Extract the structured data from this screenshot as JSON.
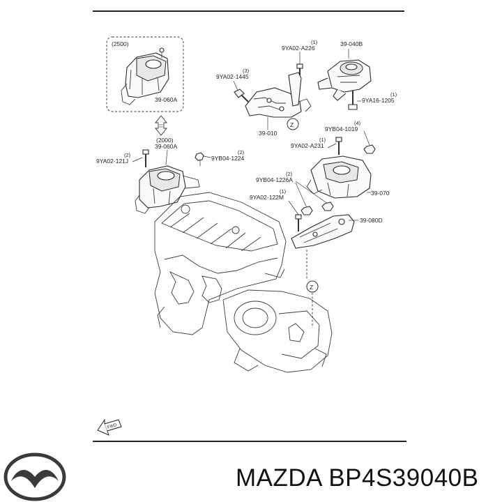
{
  "title": {
    "brand": "MAZDA",
    "part_number": "BP4S39040B"
  },
  "variant_labels": {
    "v2500": "(2500)",
    "v2000": "(2000)"
  },
  "fwd_arrow": "FWD",
  "z_marker": "Z",
  "callouts": [
    {
      "id": "39-060A-top",
      "text": "39-060A",
      "qty": ""
    },
    {
      "id": "39-060A-bottom",
      "text": "39-060A",
      "qty": ""
    },
    {
      "id": "9YA02-121J",
      "text": "9YA02-121J",
      "qty": "(2)"
    },
    {
      "id": "9YB04-1224",
      "text": "9YB04-1224",
      "qty": "(2)"
    },
    {
      "id": "9YA02-A226",
      "text": "9YA02-A226",
      "qty": "(1)"
    },
    {
      "id": "39-040B",
      "text": "39-040B",
      "qty": ""
    },
    {
      "id": "9YA02-1445",
      "text": "9YA02-1445",
      "qty": "(3)"
    },
    {
      "id": "9YA16-1205",
      "text": "9YA16-1205",
      "qty": "(1)"
    },
    {
      "id": "39-010",
      "text": "39-010",
      "qty": ""
    },
    {
      "id": "9YB04-1019",
      "text": "9YB04-1019",
      "qty": "(4)"
    },
    {
      "id": "9YA02-A231",
      "text": "9YA02-A231",
      "qty": "(1)"
    },
    {
      "id": "9YB04-1226A",
      "text": "9YB04-1226A",
      "qty": "(2)"
    },
    {
      "id": "9YA02-122M",
      "text": "9YA02-122M",
      "qty": "(1)"
    },
    {
      "id": "39-070",
      "text": "39-070",
      "qty": ""
    },
    {
      "id": "39-080D",
      "text": "39-080D",
      "qty": ""
    }
  ],
  "icons": [
    "mazda-logo-icon",
    "fwd-arrow-icon",
    "z-circle-icon",
    "double-arrow-icon"
  ]
}
